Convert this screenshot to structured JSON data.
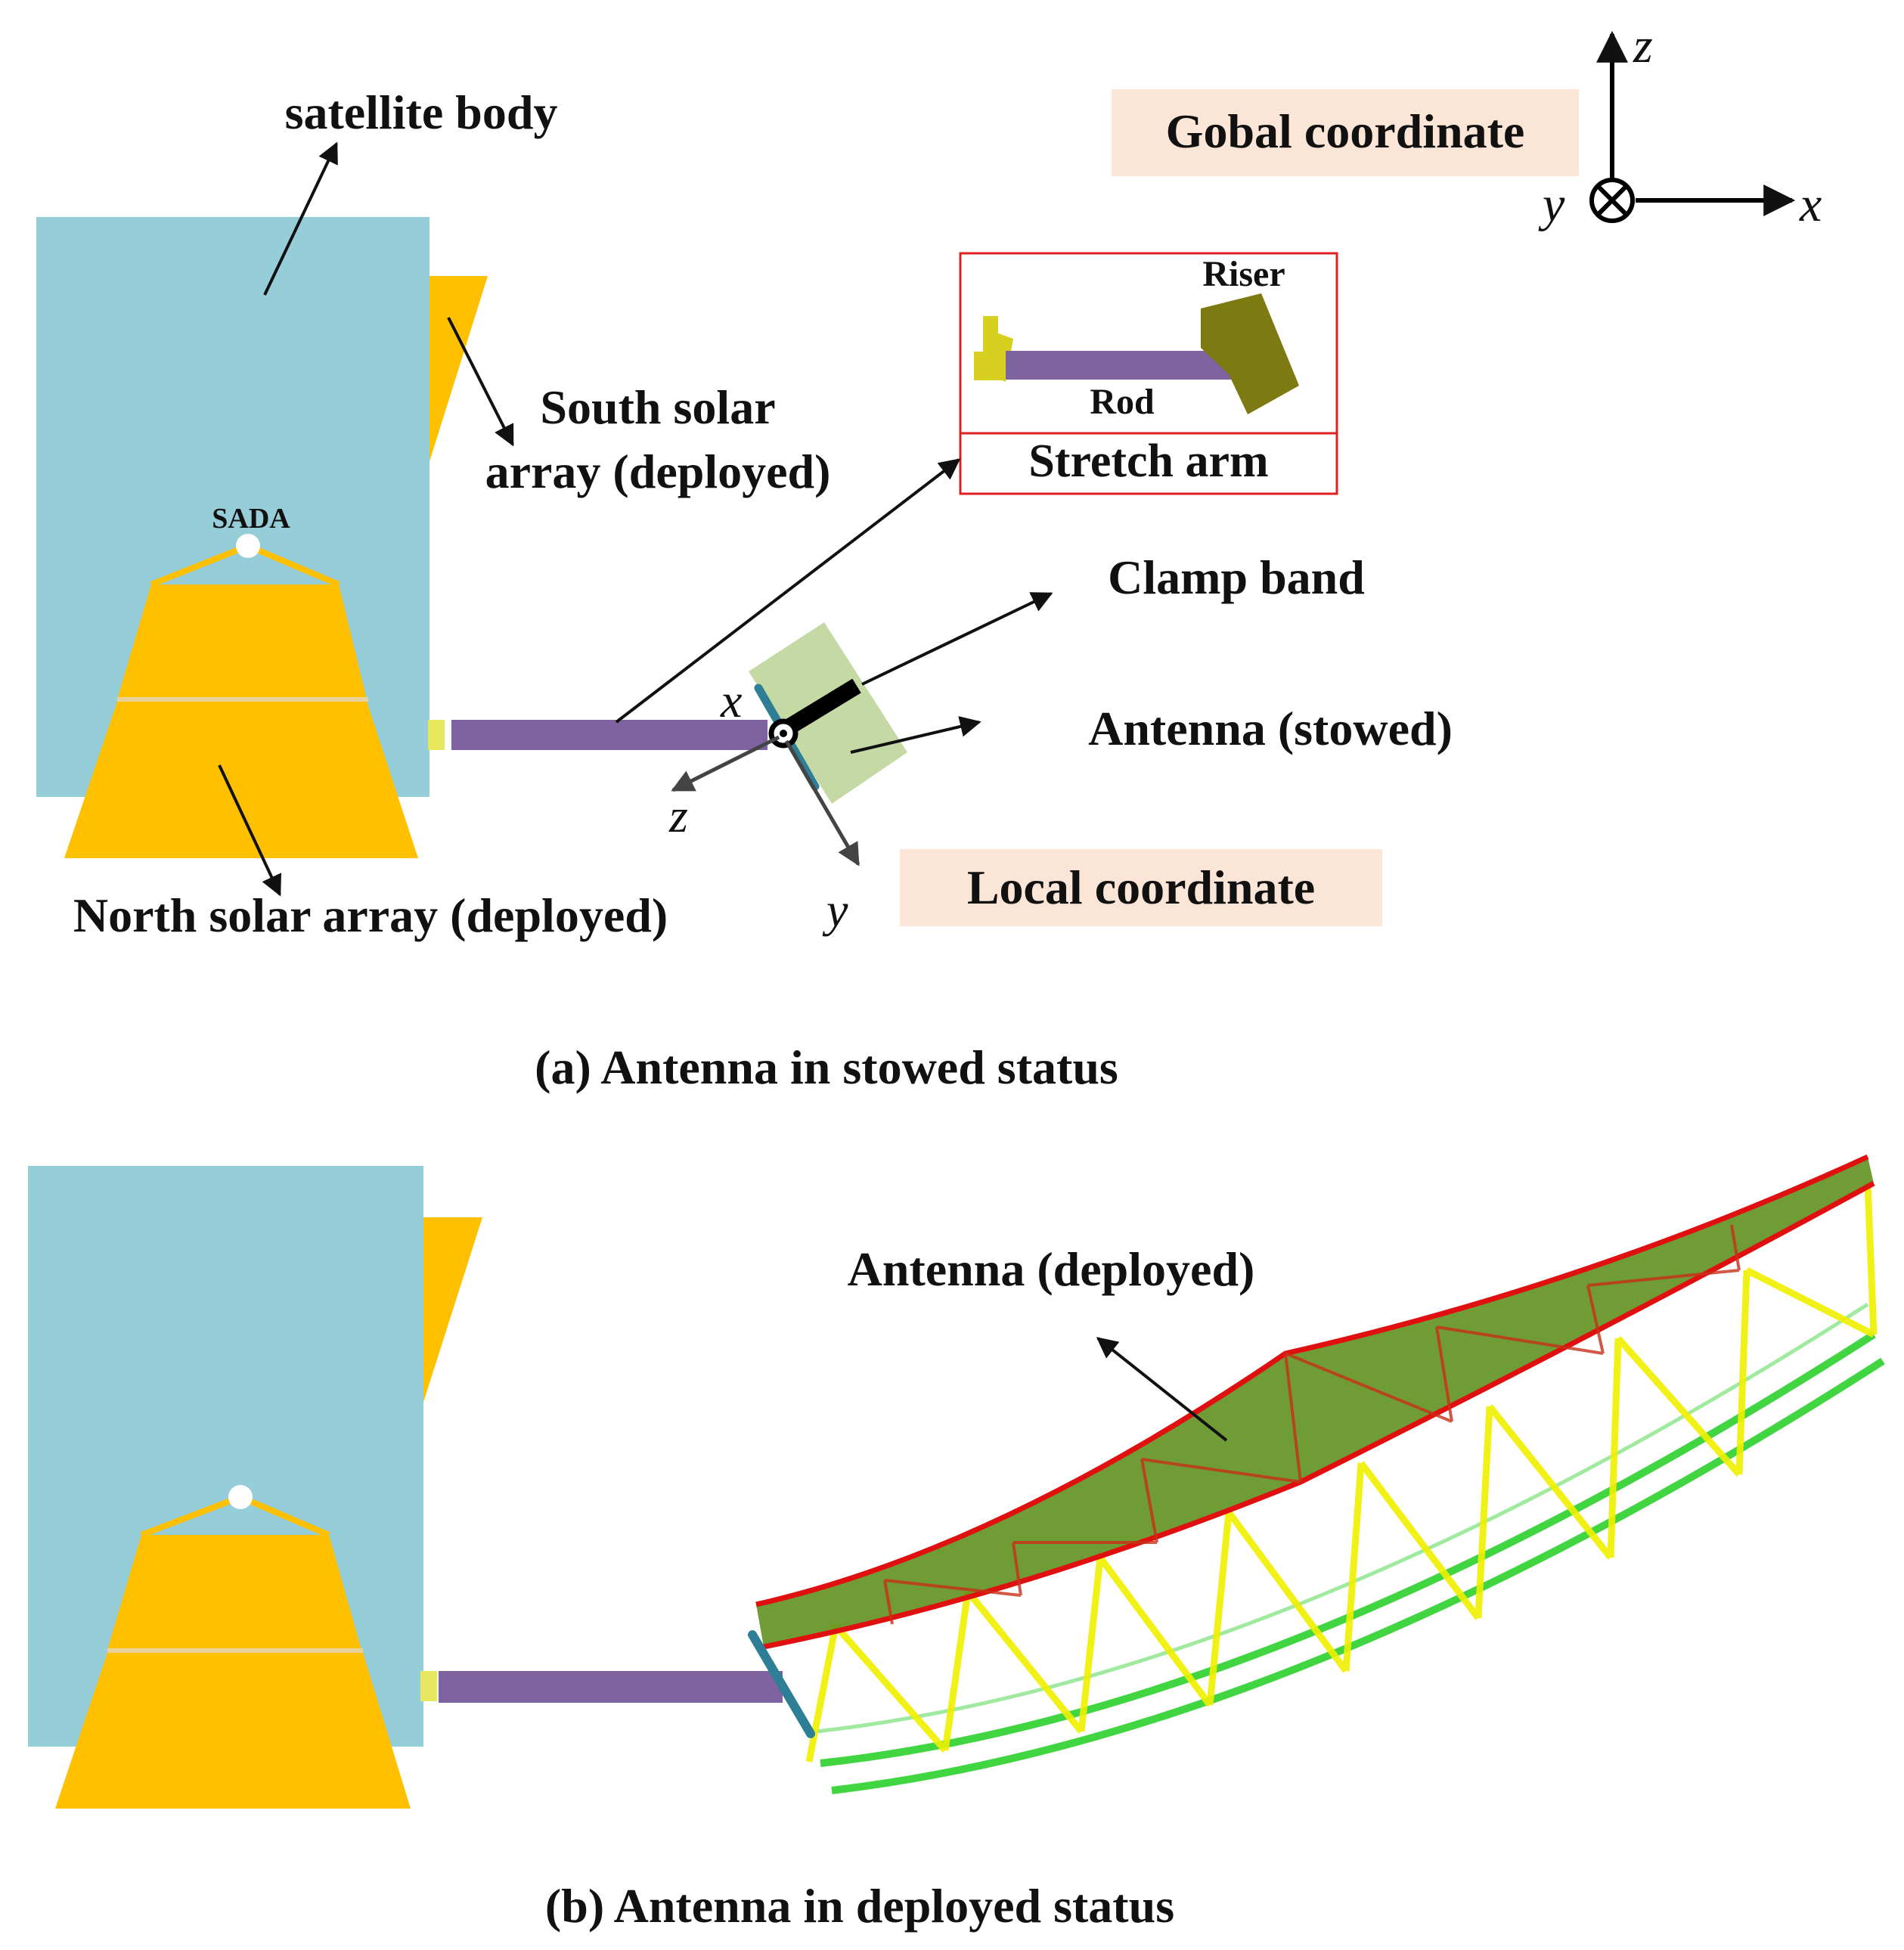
{
  "labels": {
    "satellite_body": "satellite body",
    "global_coordinate": "Gobal coordinate",
    "south_solar_line1": "South solar",
    "south_solar_line2": "array (deployed)",
    "sada": "SADA",
    "north_solar": "North solar array (deployed)",
    "riser": "Riser",
    "rod": "Rod",
    "stretch_arm": "Stretch arm",
    "clamp_band": "Clamp band",
    "antenna_stowed": "Antenna (stowed)",
    "local_coordinate": "Local coordinate",
    "caption_a": "(a) Antenna in stowed status",
    "antenna_deployed": "Antenna (deployed)",
    "caption_b": "(b) Antenna in deployed status"
  },
  "global_axes": {
    "z": "z",
    "y": "y",
    "x": "x"
  },
  "local_axes": {
    "x": "x",
    "z": "z",
    "y": "y"
  },
  "colors": {
    "satellite_body": "#95cdd8",
    "solar_array": "#ffc000",
    "rod": "#7f63a0",
    "antenna_stowed": "#c4d9a4",
    "hinge": "#2e7f96",
    "label_box": "#fbe5d6",
    "inset_border": "#e02020",
    "antenna_top": "#5c8e1a",
    "antenna_edge": "#e01010",
    "truss_yellow": "#f0f000",
    "truss_green": "#20d020"
  }
}
